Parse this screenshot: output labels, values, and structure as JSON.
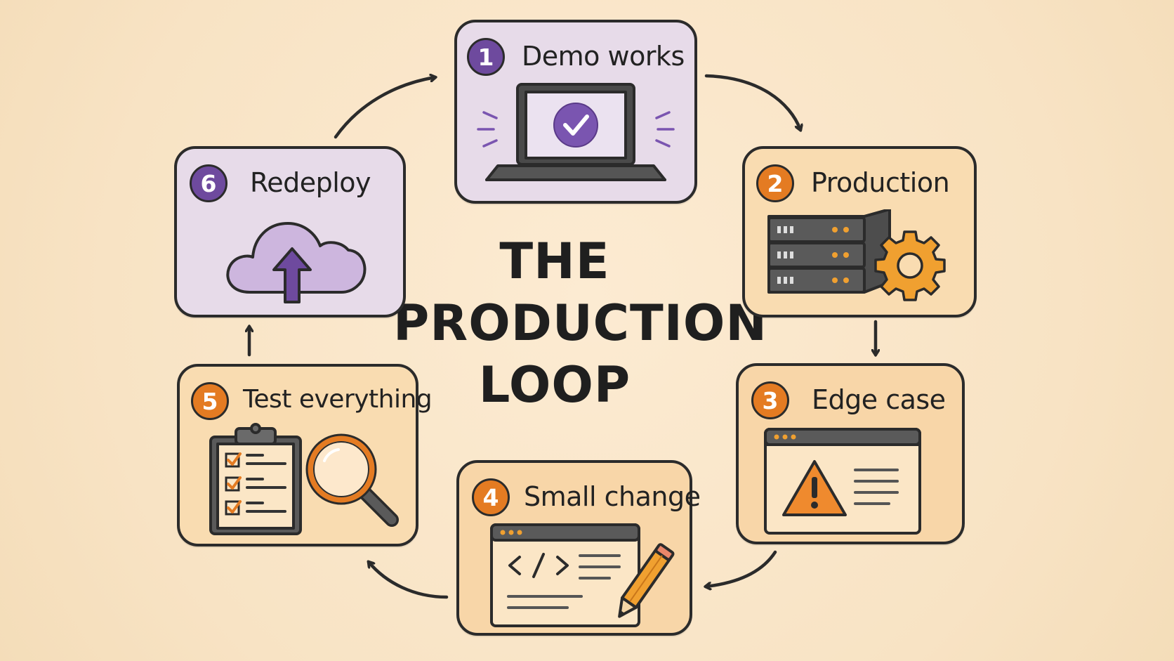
{
  "title": {
    "line1": "THE",
    "line2": "PRODUCTION",
    "line3": "LOOP"
  },
  "steps": [
    {
      "number": "1",
      "label": "Demo works",
      "icon": "laptop-check-icon",
      "color": "#6e4a9e"
    },
    {
      "number": "2",
      "label": "Production",
      "icon": "server-gear-icon",
      "color": "#e47b22"
    },
    {
      "number": "3",
      "label": "Edge case",
      "icon": "warning-window-icon",
      "color": "#e47b22"
    },
    {
      "number": "4",
      "label": "Small change",
      "icon": "code-edit-icon",
      "color": "#e47b22"
    },
    {
      "number": "5",
      "label": "Test everything",
      "icon": "checklist-magnifier-icon",
      "color": "#e47b22"
    },
    {
      "number": "6",
      "label": "Redeploy",
      "icon": "cloud-upload-icon",
      "color": "#6e4a9e"
    }
  ],
  "colors": {
    "background": "#f9e7cb",
    "purple_card": "#e7dbe9",
    "orange_card": "#f9dcb1",
    "purple_accent": "#6e4a9e",
    "orange_accent": "#e47b22",
    "outline": "#2b2b2b"
  }
}
